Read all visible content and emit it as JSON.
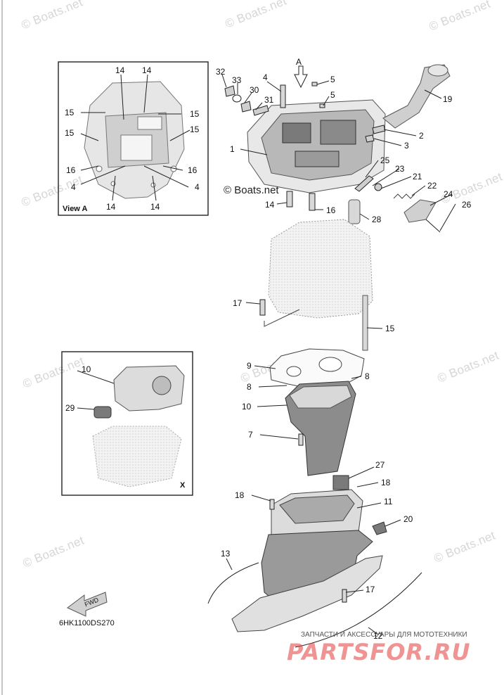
{
  "diagram": {
    "drawing_code": "6HK1100DS270",
    "view_a_caption": "View A",
    "view_x_caption": "X",
    "arrow_a_label": "A",
    "fwd_label": "FWD",
    "credit": "© Boats.net",
    "watermark_text": "© Boats.net",
    "shop_tagline": "ЗАПЧАСТИ И АКСЕССУАРЫ ДЛЯ МОТОТЕХНИКИ",
    "shop_logo": "PARTSFOR.RU",
    "colors": {
      "line": "#222222",
      "part_fill": "#e9e9e9",
      "part_dark": "#6e6e6e",
      "watermark": "#d6d6d6",
      "shop_red": "#e23b3b"
    },
    "callouts_main": [
      "32",
      "33",
      "30",
      "31",
      "4",
      "5",
      "5",
      "19",
      "2",
      "3",
      "1",
      "25",
      "23",
      "21",
      "22",
      "24",
      "26",
      "14",
      "16",
      "28",
      "17",
      "15",
      "9",
      "8",
      "8",
      "10",
      "7",
      "27",
      "18",
      "18",
      "11",
      "20",
      "13",
      "17",
      "12"
    ],
    "callouts_view_a": [
      "14",
      "14",
      "15",
      "15",
      "15",
      "15",
      "16",
      "16",
      "4",
      "4",
      "14",
      "14"
    ],
    "callouts_view_x": [
      "10",
      "29"
    ]
  }
}
